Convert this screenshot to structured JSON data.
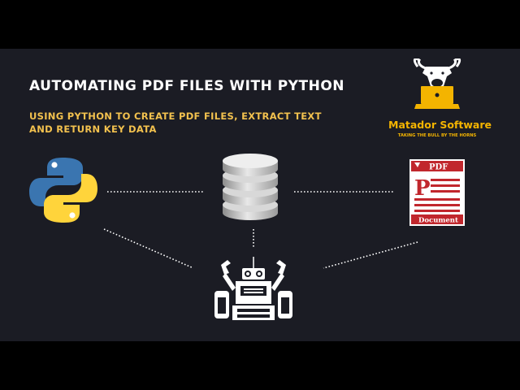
{
  "slide": {
    "title": "AUTOMATING PDF FILES WITH PYTHON",
    "subtitle": "USING PYTHON TO CREATE PDF FILES, EXTRACT TEXT AND RETURN KEY DATA"
  },
  "logo": {
    "name": "Matador Software",
    "tagline": "TAKING THE BULL BY THE HORNS"
  },
  "pdf_icon": {
    "header": "PDF",
    "footer": "Document"
  },
  "colors": {
    "background": "#1b1c24",
    "letterbox": "#000000",
    "title": "#ffffff",
    "subtitle": "#f2c14e",
    "logo_gold": "#f4b400",
    "python_blue": "#3a75b0",
    "python_yellow": "#ffd43b",
    "pdf_red": "#c1272d",
    "connector": "#ffffff"
  },
  "icons": [
    "python-logo-icon",
    "database-icon",
    "pdf-document-icon",
    "robot-icon",
    "bull-logo-icon"
  ]
}
